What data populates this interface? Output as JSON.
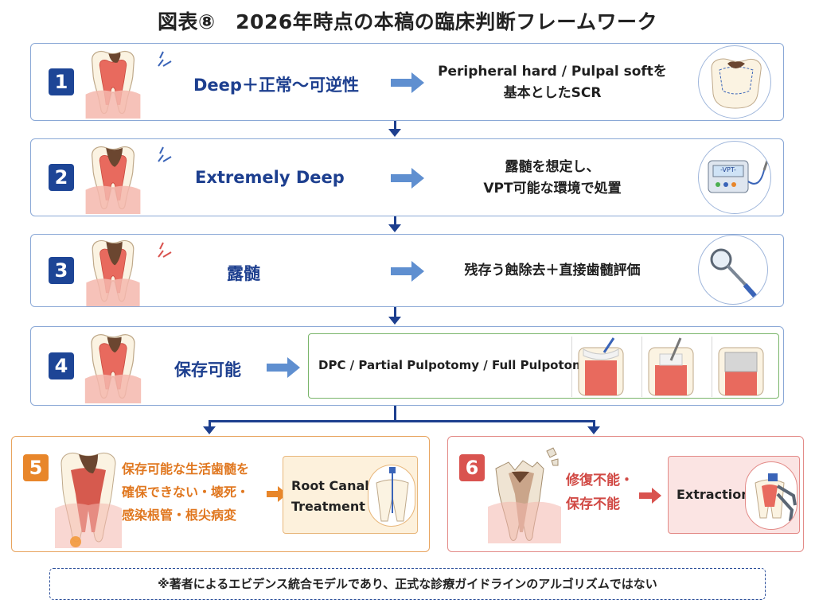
{
  "title": "図表⑧　2026年時点の本稿の臨床判断フレームワーク",
  "steps": [
    {
      "num": "1",
      "condition": "Deep＋正常～可逆性",
      "desc_line1": "Peripheral hard / Pulpal softを",
      "desc_line2": "基本としたSCR",
      "icon": "tooth-caries-layers-icon"
    },
    {
      "num": "2",
      "condition": "Extremely Deep",
      "desc_line1": "露髄を想定し、",
      "desc_line2": "VPT可能な環境で処置",
      "icon": "vpt-device-icon",
      "device_label": "-VPT-"
    },
    {
      "num": "3",
      "condition": "露髄",
      "desc_line1": "残存う蝕除去＋直接歯髄評価",
      "desc_line2": "",
      "icon": "dental-mirror-icon"
    },
    {
      "num": "4",
      "condition": "保存可能",
      "desc_line1": "DPC / Partial Pulpotomy / Full Pulpotomy",
      "desc_line2": "",
      "icon": "pulpotomy-teeth-icon"
    }
  ],
  "branches": [
    {
      "num": "5",
      "condition_line1": "保存可能な生活歯髄を",
      "condition_line2": "確保できない・壊死・",
      "condition_line3": "感染根管・根尖病変",
      "treatment_line1": "Root Canal",
      "treatment_line2": "Treatment",
      "icon": "root-canal-file-icon"
    },
    {
      "num": "6",
      "condition_line1": "修復不能・",
      "condition_line2": "保存不能",
      "treatment_line1": "Extraction",
      "icon": "extraction-forceps-icon"
    }
  ],
  "note": "※著者によるエビデンス統合モデルであり、正式な診療ガイドラインのアルゴリズムではない",
  "colors": {
    "navy": "#1d4596",
    "orange": "#e8862a",
    "red": "#d9534f",
    "green_border": "#79b56a"
  }
}
